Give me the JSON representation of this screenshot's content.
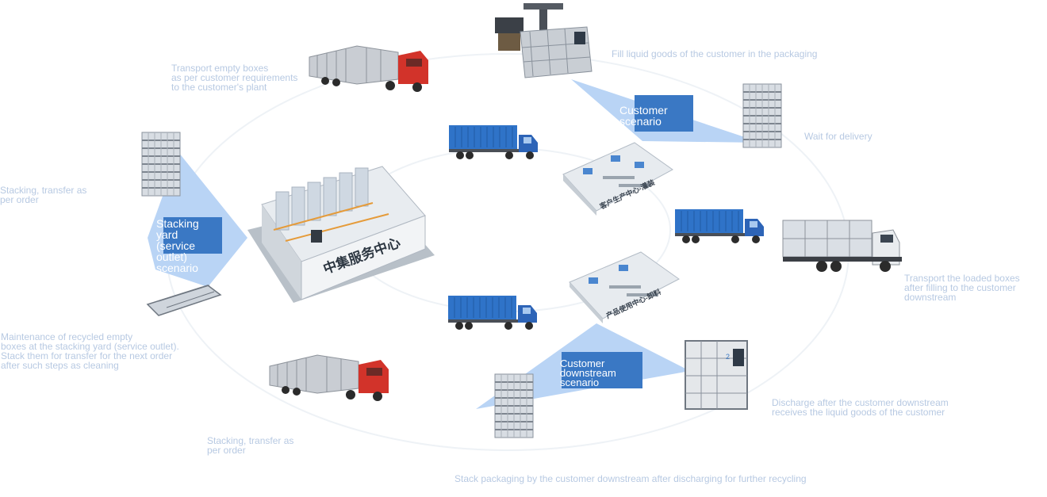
{
  "hub": {
    "sign": "中集服务中心"
  },
  "centers": {
    "production": "客户生产中心-灌装",
    "usage": "产品使用中心-卸料"
  },
  "tote_number": "2",
  "scenarios": {
    "customer": "Customer scenario",
    "stacking": "Stacking yard\n(service outlet)\n scenario",
    "downstream": "Customer downstream\nscenario"
  },
  "captions": {
    "transport_empty": "Transport empty boxes\nas per customer requirements\nto the customer's plant",
    "fill": "Fill liquid goods of the customer in the packaging",
    "wait": "Wait for delivery",
    "stacking_left": "Stacking, transfer as\nper order",
    "transport_loaded": "Transport the loaded boxes\nafter filling to the customer\ndownstream",
    "maintenance": "Maintenance of recycled empty\nboxes at the stacking yard (service outlet).\nStack them for transfer for the next order\nafter such steps as cleaning",
    "discharge": "Discharge after the customer downstream\nreceives the liquid goods of the customer",
    "stacking_bottom": "Stacking, transfer as\nper order",
    "recycle": "Stack packaging by the customer downstream after discharging for further recycling"
  },
  "colors": {
    "accent": "#3a78c4",
    "wedge": "#b9d4f5",
    "caption": "#b7c9e2",
    "container": "#2f73c8",
    "truck_red": "#d2332a"
  }
}
